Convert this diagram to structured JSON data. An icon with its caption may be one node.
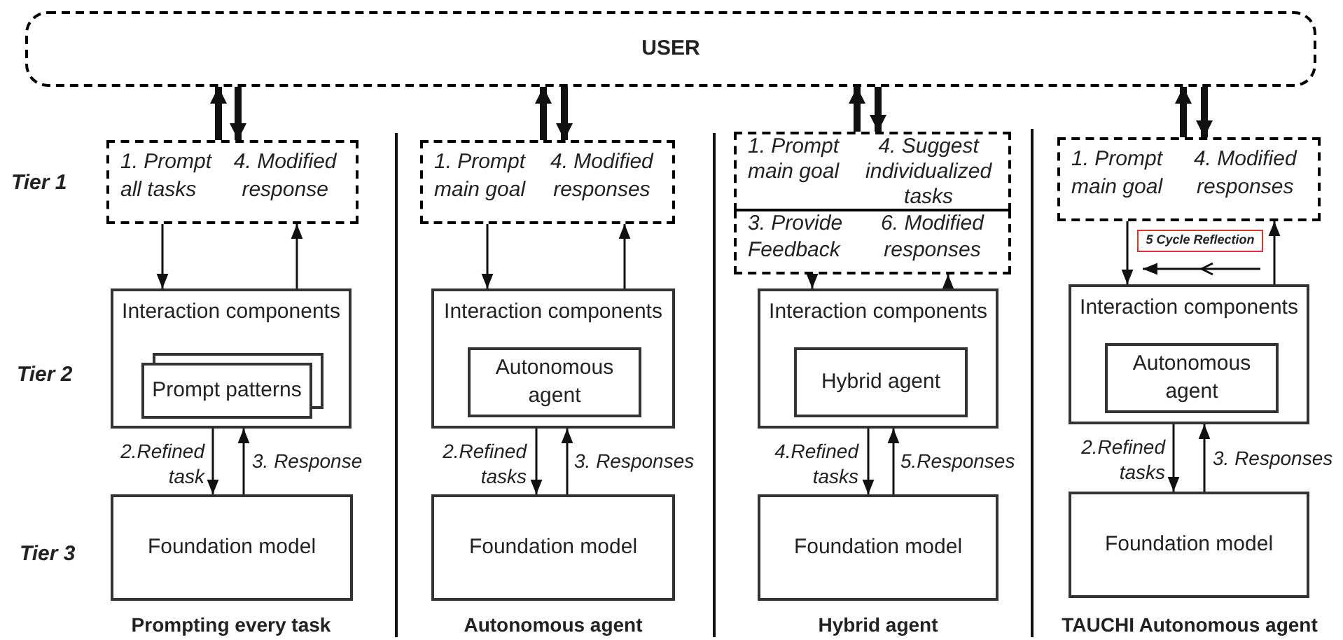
{
  "diagram": {
    "nodes": [
      {
        "text": [
          "USER"
        ]
      },
      {
        "text": [
          "1. Prompt all tasks",
          "4. Modified response"
        ]
      },
      {
        "text": [
          "Interaction components"
        ]
      },
      {
        "text": [
          "Prompt patterns"
        ],
        "in": 2
      },
      {
        "text": [
          "Foundation model"
        ]
      },
      {
        "text": [
          "1. Prompt main goal",
          "4. Modified responses"
        ]
      },
      {
        "text": [
          "Interaction components"
        ]
      },
      {
        "text": [
          "Autonomous agent"
        ],
        "in": 6
      },
      {
        "text": [
          "Foundation model"
        ]
      },
      {
        "text": [
          "1. Prompt main goal",
          "4. Suggest individualized tasks"
        ]
      },
      {
        "text": [
          "3. Provide Feedback",
          "6. Modified responses"
        ]
      },
      {
        "text": [
          "Interaction components"
        ]
      },
      {
        "text": [
          "Hybrid agent"
        ],
        "in": 11
      },
      {
        "text": [
          "Foundation model"
        ]
      },
      {
        "text": [
          "1. Prompt main goal",
          "4. Modified responses"
        ]
      },
      {
        "text": [
          "5 Cycle Reflection"
        ]
      },
      {
        "text": [
          "Interaction components"
        ]
      },
      {
        "text": [
          "Autonomous agent"
        ],
        "in": 16
      },
      {
        "text": [
          "Foundation model"
        ]
      }
    ],
    "edges": [
      {
        "from": 1,
        "to": 0,
        "arrow": "to",
        "style": "thick"
      },
      {
        "from": 0,
        "to": 1,
        "arrow": "to",
        "style": "thick"
      },
      {
        "from": 1,
        "to": 2,
        "arrow": "to"
      },
      {
        "from": 2,
        "to": 1,
        "arrow": "to"
      },
      {
        "from": 2,
        "to": 4,
        "arrow": "to",
        "label": "2.Refined task"
      },
      {
        "from": 4,
        "to": 2,
        "arrow": "to",
        "label": "3. Response"
      },
      {
        "from": 5,
        "to": 0,
        "arrow": "to",
        "style": "thick"
      },
      {
        "from": 0,
        "to": 5,
        "arrow": "to",
        "style": "thick"
      },
      {
        "from": 5,
        "to": 6,
        "arrow": "to"
      },
      {
        "from": 6,
        "to": 5,
        "arrow": "to"
      },
      {
        "from": 6,
        "to": 8,
        "arrow": "to",
        "label": "2.Refined tasks"
      },
      {
        "from": 8,
        "to": 6,
        "arrow": "to",
        "label": "3. Responses"
      },
      {
        "from": 9,
        "to": 0,
        "arrow": "to",
        "style": "thick"
      },
      {
        "from": 0,
        "to": 9,
        "arrow": "to",
        "style": "thick"
      },
      {
        "from": 10,
        "to": 11,
        "arrow": "to"
      },
      {
        "from": 11,
        "to": 10,
        "arrow": "to"
      },
      {
        "from": 11,
        "to": 13,
        "arrow": "to",
        "label": "4.Refined tasks"
      },
      {
        "from": 13,
        "to": 11,
        "arrow": "to",
        "label": "5.Responses"
      },
      {
        "from": 14,
        "to": 0,
        "arrow": "to",
        "style": "thick"
      },
      {
        "from": 0,
        "to": 14,
        "arrow": "to",
        "style": "thick"
      },
      {
        "from": 14,
        "to": 16,
        "arrow": "to"
      },
      {
        "from": 16,
        "to": 14,
        "arrow": "to"
      },
      {
        "from": 16,
        "to": 18,
        "arrow": "to",
        "label": "2.Refined tasks"
      },
      {
        "from": 18,
        "to": 16,
        "arrow": "to",
        "label": "3. Responses"
      }
    ],
    "labels": [
      "Tier 1",
      "Tier 2",
      "Tier 3",
      "Prompting every task",
      "Autonomous agent",
      "Hybrid agent",
      "TAUCHI Autonomous agent"
    ]
  }
}
